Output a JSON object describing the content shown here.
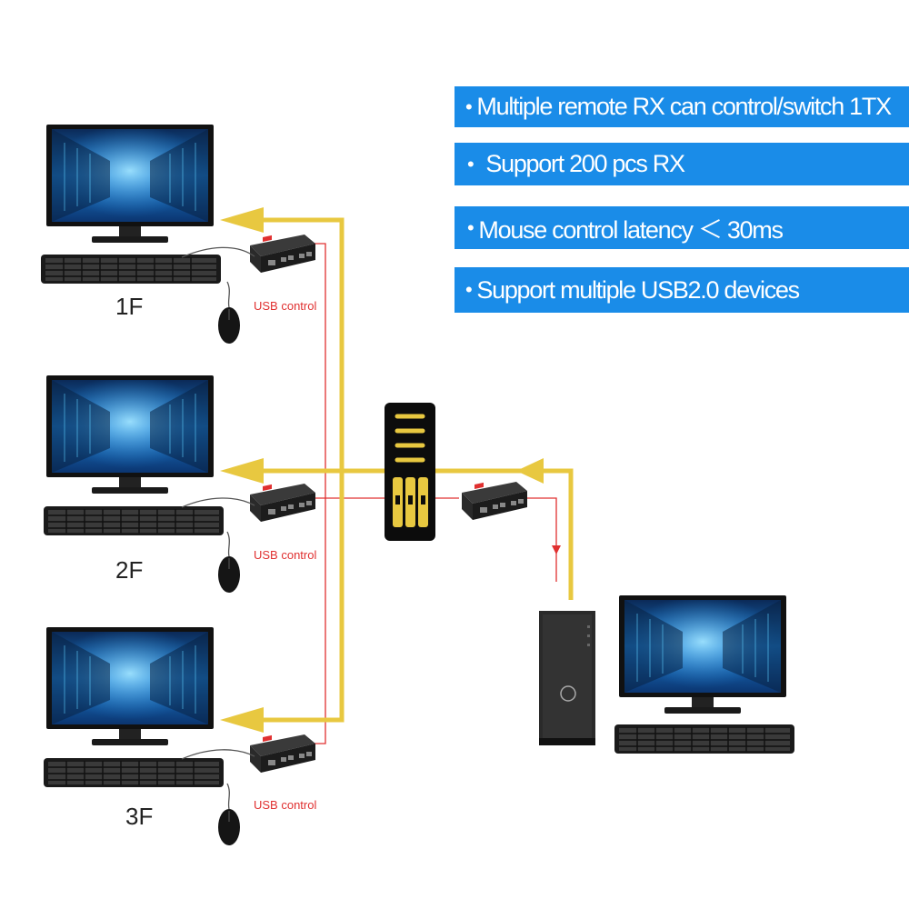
{
  "features": [
    {
      "text": "Multiple remote RX can control/switch 1TX"
    },
    {
      "text": "Support 200 pcs RX"
    },
    {
      "text": "Mouse control latency ＜ 30ms"
    },
    {
      "text": "Support multiple USB2.0 devices"
    }
  ],
  "floors": [
    {
      "label": "1F",
      "usb_label": "USB control"
    },
    {
      "label": "2F",
      "usb_label": "USB control"
    },
    {
      "label": "3F",
      "usb_label": "USB control"
    }
  ],
  "source": {
    "brand_icon": "dell-logo-icon"
  },
  "colors": {
    "feature_bg": "#1a8ce8",
    "network_line": "#e8c840",
    "usb_line": "#e03030",
    "screen": "#0a4d9a"
  }
}
